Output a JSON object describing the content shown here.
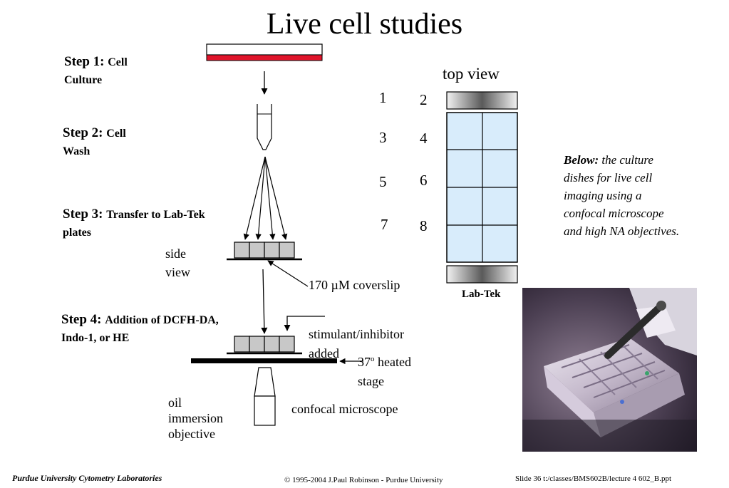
{
  "title": "Live cell studies",
  "steps": [
    {
      "lead": "Step 1: ",
      "text": "Cell Culture"
    },
    {
      "lead": "Step 2: ",
      "text": "Cell Wash"
    },
    {
      "lead": "Step 3: ",
      "text": "Transfer to Lab-Tek plates"
    },
    {
      "lead": "Step 4: ",
      "text": "Addition of DCFH-DA, Indo-1, or HE"
    }
  ],
  "labels": {
    "side_view": "side view",
    "coverslip": "170 µM coverslip",
    "stimulant": "stimulant/inhibitor added",
    "heated_stage_pre": "37",
    "heated_stage_sup": "o",
    "heated_stage_post": "  heated stage",
    "oil_objective": "oil immersion objective",
    "confocal": "confocal  microscope",
    "top_view": "top view",
    "lab_tek": "Lab-Tek"
  },
  "well_numbers": [
    "1",
    "2",
    "3",
    "4",
    "5",
    "6",
    "7",
    "8"
  ],
  "note": {
    "bold": "Below:",
    "text": " the culture dishes for live cell imaging using a confocal microscope and high NA objectives."
  },
  "footer": {
    "left": "Purdue University Cytometry Laboratories",
    "center": "© 1995-2004 J.Paul Robinson - Purdue University",
    "right": "Slide 36  t:/classes/BMS602B/lecture 4 602_B.ppt"
  },
  "colors": {
    "dish_red": "#e0152b",
    "well_fill": "#d8ecfb",
    "chamber_fill": "#c8c8c8"
  }
}
